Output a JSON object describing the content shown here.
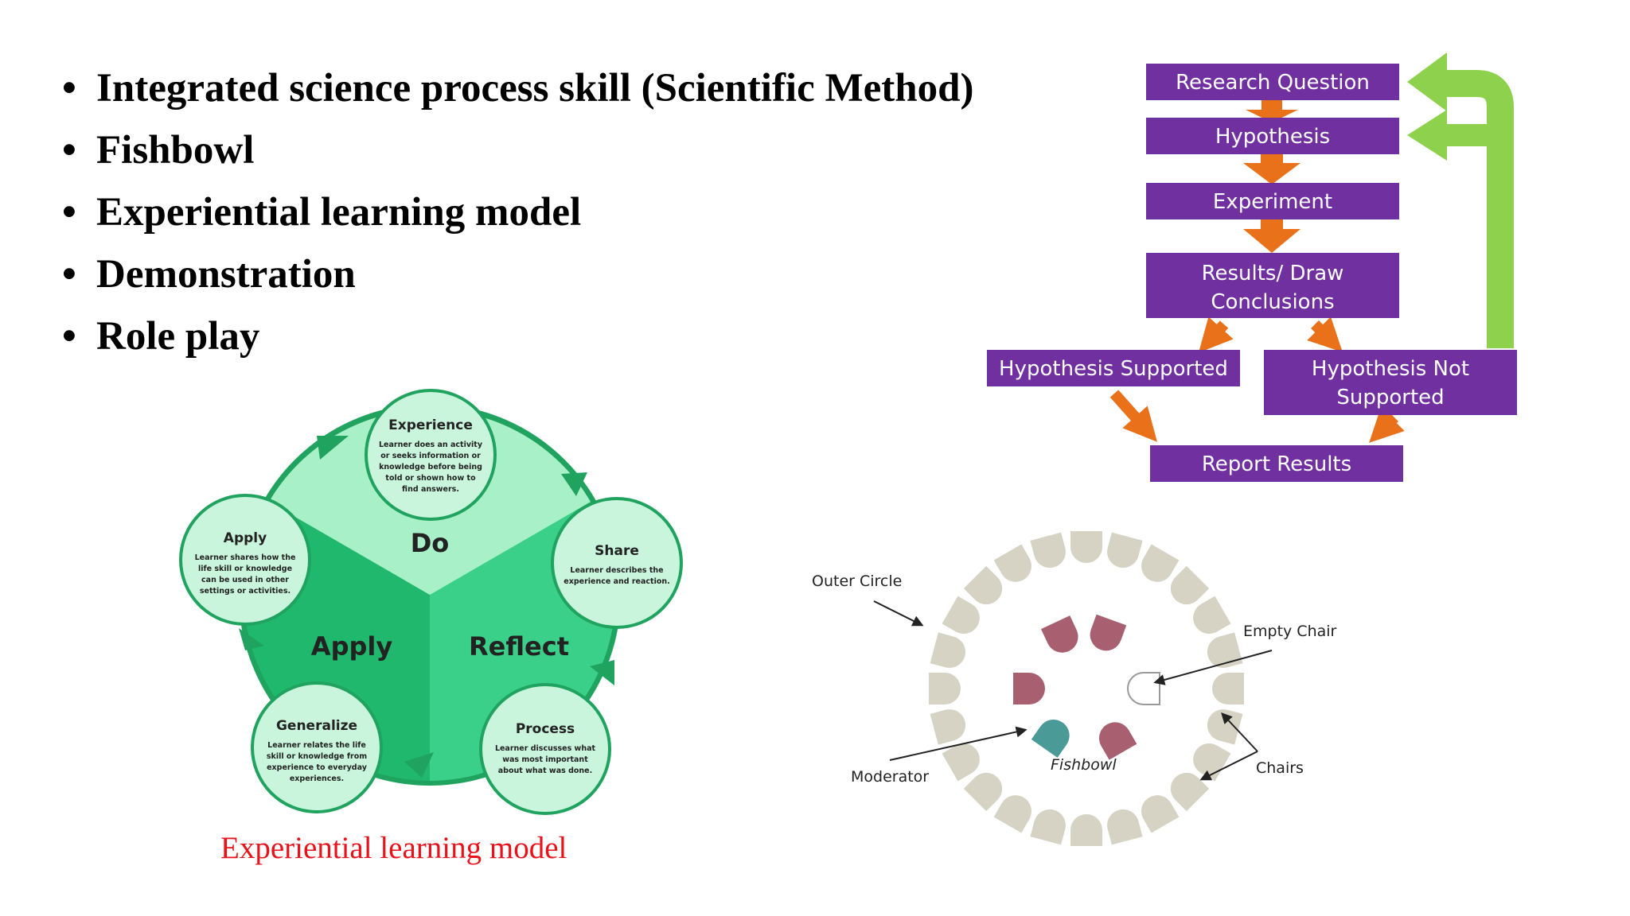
{
  "bullets": [
    "Integrated science process skill (Scientific Method)",
    "Fishbowl",
    "Experiential learning model",
    "Demonstration",
    "Role play"
  ],
  "bullet_glyph": "•",
  "scientific_method": {
    "research_question": "Research Question",
    "hypothesis": "Hypothesis",
    "experiment": "Experiment",
    "results_line1": "Results/ Draw",
    "results_line2": "Conclusions",
    "supported": "Hypothesis Supported",
    "not_supported_line1": "Hypothesis Not",
    "not_supported_line2": "Supported",
    "report": "Report Results",
    "colors": {
      "box": "#7030a0",
      "arrow": "#e8711a",
      "loop": "#8dd14d"
    }
  },
  "experiential": {
    "do": "Do",
    "apply_sector": "Apply",
    "reflect": "Reflect",
    "nodes": {
      "experience": {
        "title": "Experience",
        "lines": [
          "Learner does an activity",
          "or seeks information or",
          "knowledge before being",
          "told or shown how to",
          "find answers."
        ]
      },
      "share": {
        "title": "Share",
        "lines": [
          "Learner describes the",
          "experience and reaction."
        ]
      },
      "process": {
        "title": "Process",
        "lines": [
          "Learner discusses what",
          "was most important",
          "about what was done."
        ]
      },
      "generalize": {
        "title": "Generalize",
        "lines": [
          "Learner relates the life",
          "skill or knowledge from",
          "experience to everyday",
          "experiences."
        ]
      },
      "apply": {
        "title": "Apply",
        "lines": [
          "Learner shares how the",
          "life skill or knowledge",
          "can be used in other",
          "settings or activities."
        ]
      }
    },
    "caption": "Experiential learning model",
    "colors": {
      "light": "#a8f0c8",
      "mid": "#3ad08a",
      "dark": "#1fb86c",
      "ring": "#1fa35e"
    }
  },
  "fishbowl": {
    "outer_circle": "Outer Circle",
    "empty_chair": "Empty Chair",
    "moderator": "Moderator",
    "fishbowl": "Fishbowl",
    "chairs": "Chairs",
    "colors": {
      "outer": "#d6d2c4",
      "inner": "#a86070",
      "moderator": "#4a9a98"
    }
  }
}
